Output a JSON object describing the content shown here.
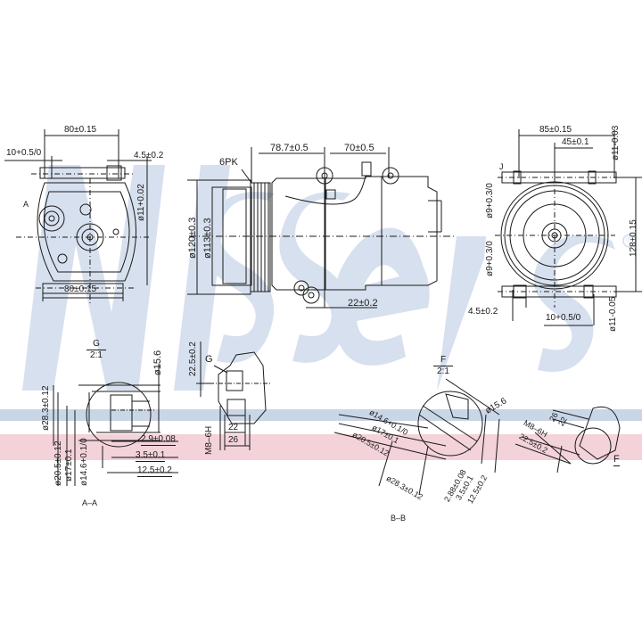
{
  "watermark": {
    "brand": "Nissens",
    "registered_mark": "®",
    "stripe_colors": {
      "blue": "#c9d6e6",
      "pink": "#f3d2d9",
      "logo": "#d3dded"
    }
  },
  "front_view": {
    "dim_top": "80±0.15",
    "dim_left_offset": "10+0.5/0",
    "dim_right_offset": "4.5±0.2",
    "dim_vertical_bore": "ø11+0.02",
    "dim_bottom": "80±0.15",
    "section_marker": "A"
  },
  "side_view": {
    "belt_label": "6PK",
    "dim_mount_1": "78.7±0.5",
    "dim_mount_2": "70±0.5",
    "dim_pulley_outer": "ø120±0.3",
    "dim_pulley_inner": "ø113±0.3",
    "dim_bottom": "22±0.2"
  },
  "rear_view": {
    "dim_width": "85±0.15",
    "dim_half": "45±0.1",
    "dim_bore_top": "ø11-0.03",
    "dim_hole_upper": "ø9+0.3/0",
    "dim_hole_lower": "ø9+0.3/0",
    "dim_height": "128±0.15",
    "dim_offset_left": "4.5±0.2",
    "dim_offset_bottom": "10+0.5/0",
    "dim_bore_bottom": "ø11-0.05",
    "marker_j": "J"
  },
  "detail_g": {
    "title": "G",
    "scale": "2:1",
    "dim_d1": "ø15.6",
    "dim_d2": "ø28.3±0.12",
    "dim_d3": "ø20.5±0.12",
    "dim_d4": "ø17±0.1",
    "dim_d5": "ø14.6+0.1/0",
    "dim_l1": "2.9±0.08",
    "dim_l2": "3.5±0.1",
    "dim_l3": "12.5±0.2",
    "section_label": "A–A"
  },
  "port_g": {
    "marker": "G",
    "dim_height": "22.5±0.2",
    "thread": "M8–6H",
    "dim_22": "22",
    "dim_26": "26"
  },
  "detail_f": {
    "title": "F",
    "scale": "2:1",
    "dim_d1": "ø15.6",
    "dim_d5": "ø14.6+0.1/0",
    "dim_d4": "ø17±0.1",
    "dim_d3": "ø20.5±0.12",
    "dim_d2": "ø28.3±0.12",
    "dim_l1": "2.88±0.08",
    "dim_l2": "3.5±0.1",
    "dim_l3": "12.5±0.2",
    "section_label": "B–B"
  },
  "port_f": {
    "marker": "F",
    "dim_26": "26",
    "dim_22": "22",
    "thread": "M8–6H",
    "dim_height": "22.5±0.2"
  }
}
